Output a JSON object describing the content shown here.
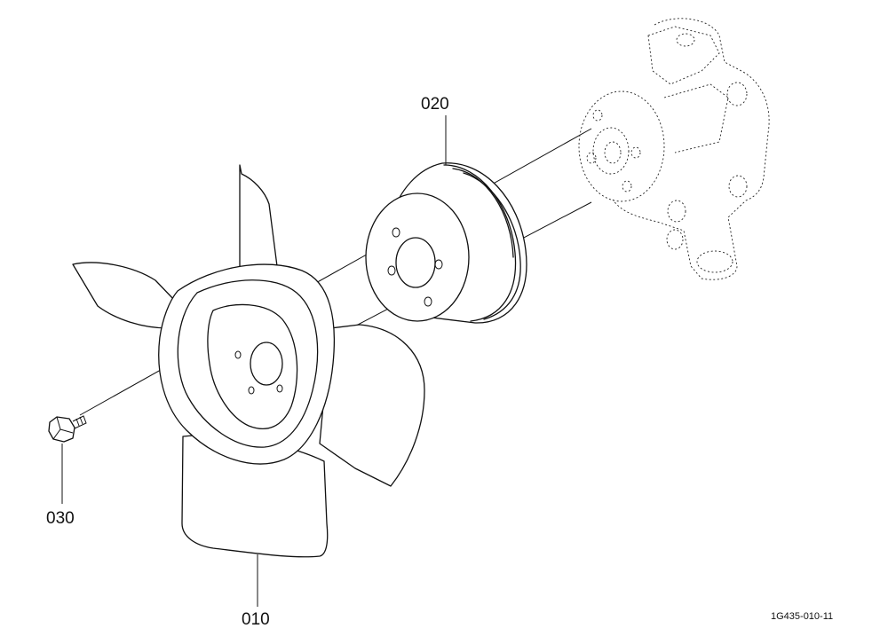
{
  "diagram": {
    "callouts": [
      {
        "id": "fan",
        "text": "010"
      },
      {
        "id": "pulley",
        "text": "020"
      },
      {
        "id": "bolt",
        "text": "030"
      }
    ],
    "figure_ref": "1G435-010-11"
  }
}
